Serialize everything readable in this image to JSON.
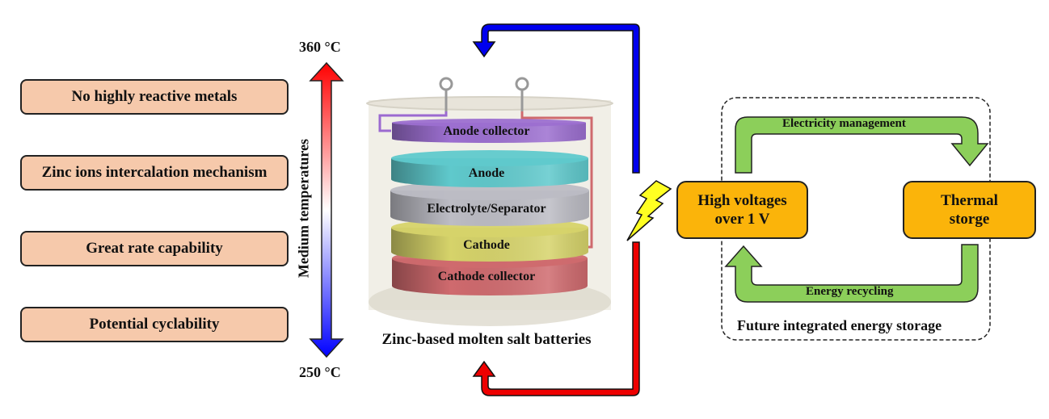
{
  "features": [
    "No highly reactive metals",
    "Zinc ions intercalation mechanism",
    "Great rate capability",
    "Potential cyclability"
  ],
  "temperature": {
    "high": "360 °C",
    "low": "250 °C",
    "axis_label": "Medium temperatures",
    "colors": {
      "hot": "#ff0000",
      "mid": "#ffffff",
      "cold": "#0000ff"
    }
  },
  "battery": {
    "caption": "Zinc-based molten salt batteries",
    "layers": [
      {
        "label": "Anode collector",
        "color": "#9c6fd0"
      },
      {
        "label": "Anode",
        "color": "#5fc9cc"
      },
      {
        "label": "Electrolyte/Separator",
        "color": "#bcbcc4"
      },
      {
        "label": "Cathode",
        "color": "#d6d36a"
      },
      {
        "label": "Cathode collector",
        "color": "#cf6a6e"
      }
    ]
  },
  "flow_arrows": {
    "top_color": "#0000ee",
    "bottom_color": "#ee0000",
    "lightning_color": "#ffff22"
  },
  "integrated": {
    "title": "Future integrated energy storage",
    "left_box": [
      "High voltages",
      "over 1 V"
    ],
    "right_box": [
      "Thermal",
      "storge"
    ],
    "top_arrow_label": "Electricity management",
    "bottom_arrow_label": "Energy recycling",
    "arrow_color": "#8ccf5a",
    "box_color": "#fbb40a"
  }
}
